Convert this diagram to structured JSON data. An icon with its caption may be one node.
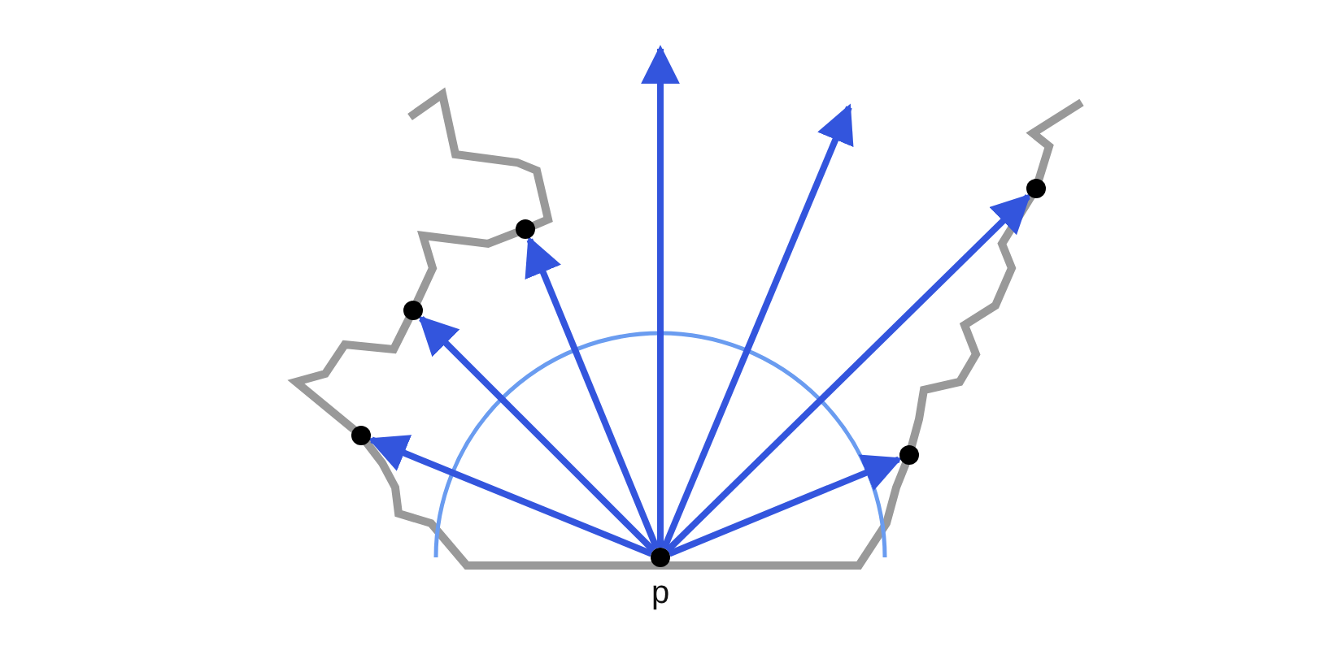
{
  "diagram": {
    "nodes": [
      {
        "text": [
          "p"
        ]
      },
      {
        "text": [],
        "shape": "circle"
      },
      {
        "text": [],
        "shape": "circle"
      },
      {
        "text": [],
        "shape": "circle"
      },
      {
        "text": [],
        "shape": "circle"
      },
      {
        "text": [],
        "shape": "circle"
      }
    ],
    "edges": [
      {
        "from": 0,
        "to": 1,
        "arrow": "to"
      },
      {
        "from": 0,
        "to": 2,
        "arrow": "to"
      },
      {
        "from": 0,
        "to": 3,
        "arrow": "to"
      },
      {
        "from": 0,
        "to": null,
        "arrow": "to"
      },
      {
        "from": 0,
        "to": null,
        "arrow": "to"
      },
      {
        "from": 0,
        "to": 5,
        "arrow": "to"
      },
      {
        "from": 0,
        "to": 4,
        "arrow": "to"
      }
    ]
  }
}
